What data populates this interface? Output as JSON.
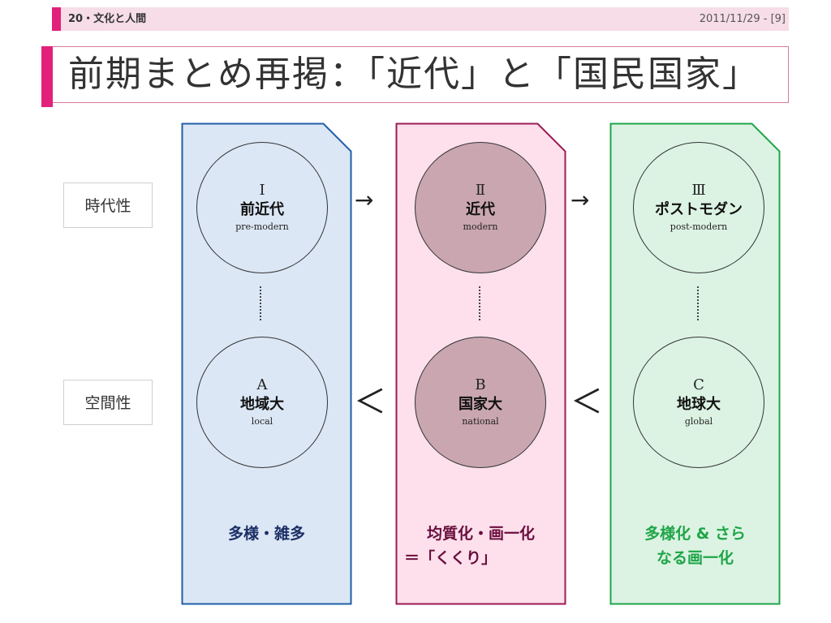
{
  "header": {
    "lecture": "20・文化と人間",
    "date_page": "2011/11/29 - [9]"
  },
  "title": "前期まとめ再掲：「近代」と「国民国家」",
  "row_labels": {
    "era": "時代性",
    "space": "空間性"
  },
  "arrows": {
    "top": "→",
    "bottom": "＜"
  },
  "columns": [
    {
      "top": {
        "num": "Ⅰ",
        "jp": "前近代",
        "en": "pre-modern"
      },
      "bottom": {
        "num": "A",
        "jp": "地域大",
        "en": "local"
      },
      "label_lines": [
        "多様・雑多"
      ],
      "fill": "#dce7f5",
      "stroke": "#1f5fa8",
      "label_color": "#1c2f66"
    },
    {
      "top": {
        "num": "Ⅱ",
        "jp": "近代",
        "en": "modern"
      },
      "bottom": {
        "num": "B",
        "jp": "国家大",
        "en": "national"
      },
      "label_lines": [
        "均質化・画一化",
        "＝「くくり」"
      ],
      "fill": "#fde0ec",
      "stroke": "#9a1b55",
      "label_color": "#6a0e3e"
    },
    {
      "top": {
        "num": "Ⅲ",
        "jp": "ポストモダン",
        "en": "post-modern"
      },
      "bottom": {
        "num": "C",
        "jp": "地球大",
        "en": "global"
      },
      "label_lines": [
        "多様化 & さら",
        "なる画一化"
      ],
      "fill": "#dcf3e3",
      "stroke": "#1fa548",
      "label_color": "#1fa548"
    }
  ]
}
